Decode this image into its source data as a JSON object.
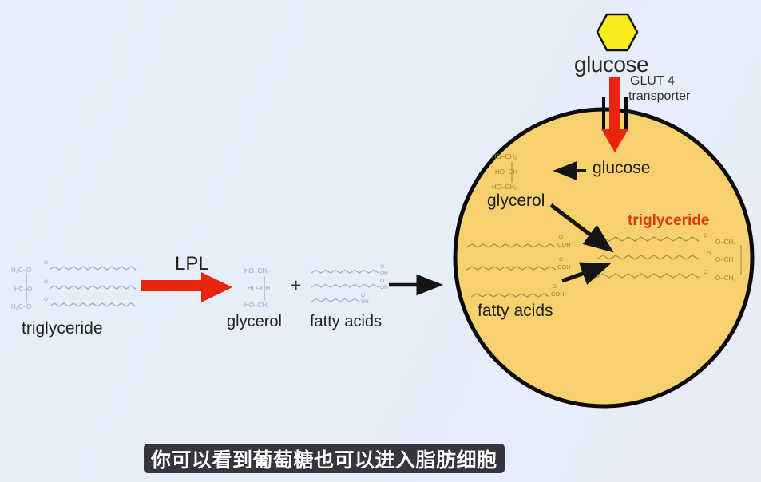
{
  "colors": {
    "background": "#e6eefa",
    "cell_fill": "#f6d16d",
    "cell_border": "#0b0b0b",
    "red_arrow": "#e8250f",
    "red_label": "#df390e",
    "hexagon_fill": "#f8ec1a",
    "dark_text": "#25231d",
    "structure_blue": "#97a6ba",
    "structure_tan": "#9c8340",
    "subtitle_bg": "#36363e",
    "subtitle_text": "#ffffff"
  },
  "top": {
    "glucose_label": "glucose",
    "transporter_line1": "GLUT 4",
    "transporter_line2": "transporter"
  },
  "reaction": {
    "substrate_label": "triglyceride",
    "enzyme_label": "LPL",
    "product1_label": "glycerol",
    "plus_sign": "+",
    "product2_label": "fatty acids"
  },
  "cell": {
    "glucose_label": "glucose",
    "glycerol_label": "glycerol",
    "fatty_acids_label": "fatty acids",
    "triglyceride_label": "triglyceride"
  },
  "chemistry": {
    "glycerol_line1": "HO–CH₂",
    "glycerol_line2": "HO–CH",
    "glycerol_line3": "HO–CH₂",
    "tg_backbone_line1": "H₂C–O",
    "tg_backbone_line2": "HC–O",
    "tg_backbone_line3": "H₂C–O",
    "cell_tg_line1": "O–CH₂",
    "cell_tg_line2": "O–CH",
    "cell_tg_line3": "O–CH₂",
    "carboxyl": "COH",
    "oxygen": "O",
    "hydroxyl": "OH"
  },
  "subtitle": {
    "text": "你可以看到葡萄糖也可以进入脂肪细胞"
  }
}
